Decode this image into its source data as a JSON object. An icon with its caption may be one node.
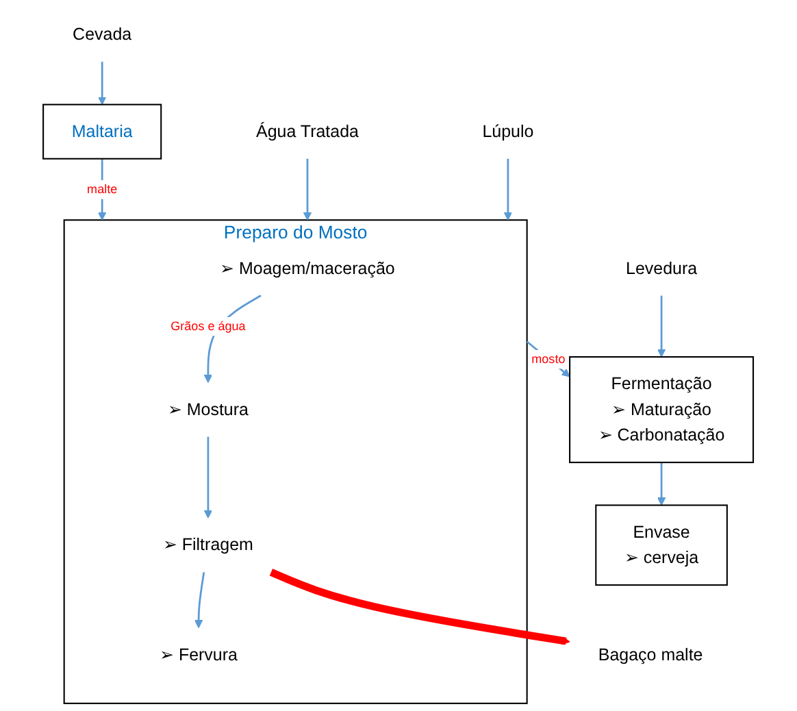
{
  "diagram": {
    "nodes": [
      {
        "text": [
          "Cevada"
        ]
      },
      {
        "text": [
          "Maltaria"
        ]
      },
      {
        "text": [
          "Preparo do Mosto"
        ]
      },
      {
        "text": [
          "➢ Moagem/maceração"
        ],
        "in": 2
      },
      {
        "text": [
          "➢ Mostura"
        ],
        "in": 2
      },
      {
        "text": [
          "➢ Filtragem"
        ],
        "in": 2
      },
      {
        "text": [
          "➢ Fervura"
        ],
        "in": 2
      },
      {
        "text": [
          "Água Tratada"
        ]
      },
      {
        "text": [
          "Bagaço malte"
        ]
      },
      {
        "text": [
          "Lúpulo"
        ]
      },
      {
        "text": [
          "Fermentação",
          "➢ Maturação",
          "➢ Carbonatação"
        ]
      },
      {
        "text": [
          "Levedura"
        ]
      },
      {
        "text": [
          "Envase",
          "➢ cerveja"
        ]
      }
    ],
    "edges": [
      {
        "from": 0,
        "to": 1,
        "arrow": "to"
      },
      {
        "from": 1,
        "to": 2,
        "arrow": "to",
        "label": "malte"
      },
      {
        "from": 7,
        "to": 2,
        "arrow": "to"
      },
      {
        "from": 3,
        "to": 4,
        "arrow": "to",
        "label": "Grãos e água"
      },
      {
        "from": 4,
        "to": 5,
        "arrow": "to"
      },
      {
        "from": 5,
        "to": 8,
        "arrow": "to",
        "style": "thick",
        "color": "#ff0000"
      },
      {
        "from": 5,
        "to": 6,
        "arrow": "to"
      },
      {
        "from": 9,
        "to": 2,
        "arrow": "to"
      },
      {
        "from": 2,
        "to": 10,
        "arrow": "to",
        "label": "mosto"
      },
      {
        "from": 11,
        "to": 10,
        "arrow": "to"
      },
      {
        "from": 10,
        "to": 12,
        "arrow": "to"
      }
    ]
  }
}
